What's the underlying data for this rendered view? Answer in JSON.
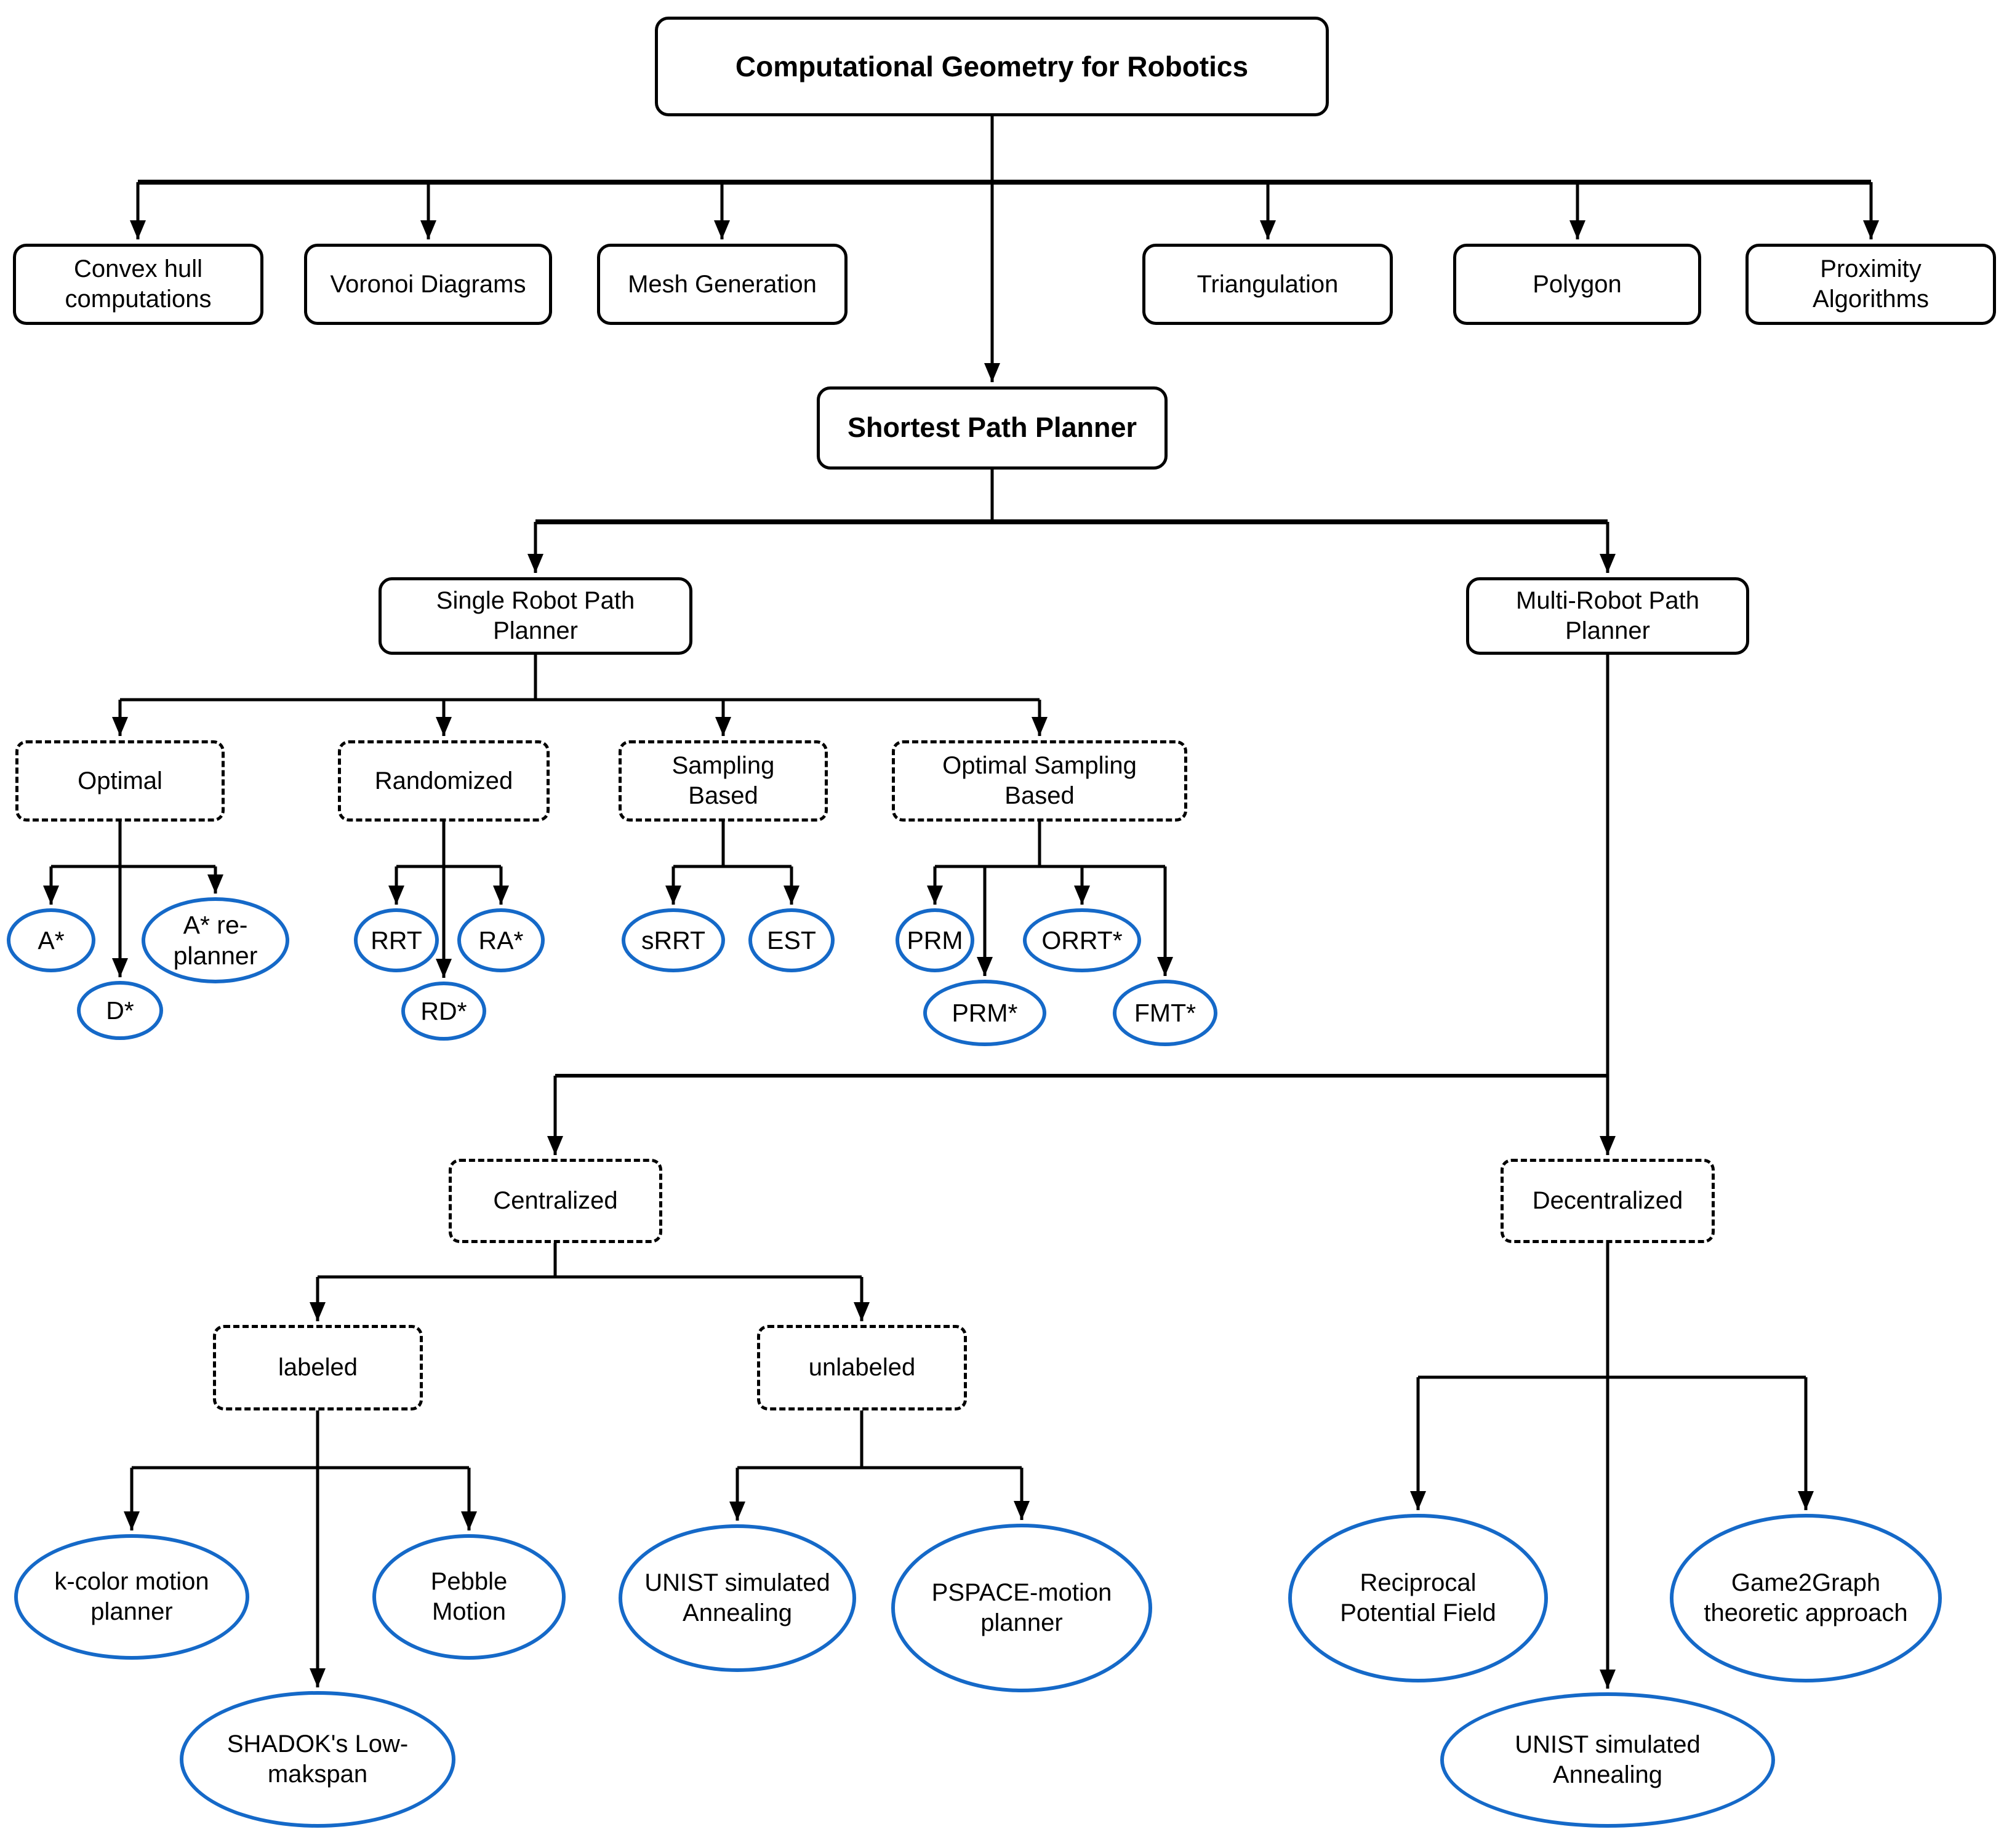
{
  "colors": {
    "background": "#FFFFFF",
    "edge": "#000000",
    "box_stroke": "#000000",
    "ellipse_stroke": "#1569C8",
    "text": "#000000"
  },
  "nodes": {
    "title": {
      "label": "Computational Geometry for Robotics"
    },
    "convex_hull": {
      "label": "Convex hull computations"
    },
    "voronoi": {
      "label": "Voronoi Diagrams"
    },
    "mesh": {
      "label": "Mesh Generation"
    },
    "triangulation": {
      "label": "Triangulation"
    },
    "polygon": {
      "label": "Polygon"
    },
    "proximity": {
      "label": "Proximity Algorithms"
    },
    "spp": {
      "label": "Shortest Path Planner"
    },
    "single": {
      "label": "Single Robot Path Planner"
    },
    "multi": {
      "label": "Multi-Robot Path Planner"
    },
    "optimal": {
      "label": "Optimal"
    },
    "randomized": {
      "label": "Randomized"
    },
    "sampling": {
      "label": "Sampling Based"
    },
    "optimal_sampling": {
      "label": "Optimal Sampling Based"
    },
    "a_star": {
      "label": "A*"
    },
    "d_star": {
      "label": "D*"
    },
    "a_star_replanner": {
      "label": "A* re-planner"
    },
    "rrt": {
      "label": "RRT"
    },
    "ra_star": {
      "label": "RA*"
    },
    "rd_star": {
      "label": "RD*"
    },
    "srrt": {
      "label": "sRRT"
    },
    "est": {
      "label": "EST"
    },
    "prm": {
      "label": "PRM"
    },
    "orrt_star": {
      "label": "ORRT*"
    },
    "prm_star": {
      "label": "PRM*"
    },
    "fmt_star": {
      "label": "FMT*"
    },
    "centralized": {
      "label": "Centralized"
    },
    "decentralized": {
      "label": "Decentralized"
    },
    "labeled": {
      "label": "labeled"
    },
    "unlabeled": {
      "label": "unlabeled"
    },
    "k_color": {
      "label": "k-color motion planner"
    },
    "pebble": {
      "label": "Pebble Motion"
    },
    "shadok": {
      "label": "SHADOK's Low-makspan"
    },
    "unist_centralized": {
      "label": "UNIST simulated Annealing"
    },
    "pspace": {
      "label": "PSPACE-motion planner"
    },
    "reciprocal": {
      "label": "Reciprocal Potential Field"
    },
    "game2graph": {
      "label": "Game2Graph theoretic approach"
    },
    "unist_decentralized": {
      "label": "UNIST simulated Annealing"
    }
  },
  "edges": [
    [
      "title",
      "convex_hull"
    ],
    [
      "title",
      "voronoi"
    ],
    [
      "title",
      "mesh"
    ],
    [
      "title",
      "triangulation"
    ],
    [
      "title",
      "polygon"
    ],
    [
      "title",
      "proximity"
    ],
    [
      "title",
      "spp"
    ],
    [
      "spp",
      "single"
    ],
    [
      "spp",
      "multi"
    ],
    [
      "single",
      "optimal"
    ],
    [
      "single",
      "randomized"
    ],
    [
      "single",
      "sampling"
    ],
    [
      "single",
      "optimal_sampling"
    ],
    [
      "optimal",
      "a_star"
    ],
    [
      "optimal",
      "d_star"
    ],
    [
      "optimal",
      "a_star_replanner"
    ],
    [
      "randomized",
      "rrt"
    ],
    [
      "randomized",
      "ra_star"
    ],
    [
      "randomized",
      "rd_star"
    ],
    [
      "sampling",
      "srrt"
    ],
    [
      "sampling",
      "est"
    ],
    [
      "optimal_sampling",
      "prm"
    ],
    [
      "optimal_sampling",
      "prm_star"
    ],
    [
      "optimal_sampling",
      "orrt_star"
    ],
    [
      "optimal_sampling",
      "fmt_star"
    ],
    [
      "multi",
      "centralized"
    ],
    [
      "multi",
      "decentralized"
    ],
    [
      "centralized",
      "labeled"
    ],
    [
      "centralized",
      "unlabeled"
    ],
    [
      "labeled",
      "k_color"
    ],
    [
      "labeled",
      "pebble"
    ],
    [
      "labeled",
      "shadok"
    ],
    [
      "unlabeled",
      "unist_centralized"
    ],
    [
      "unlabeled",
      "pspace"
    ],
    [
      "decentralized",
      "reciprocal"
    ],
    [
      "decentralized",
      "game2graph"
    ],
    [
      "decentralized",
      "unist_decentralized"
    ]
  ]
}
